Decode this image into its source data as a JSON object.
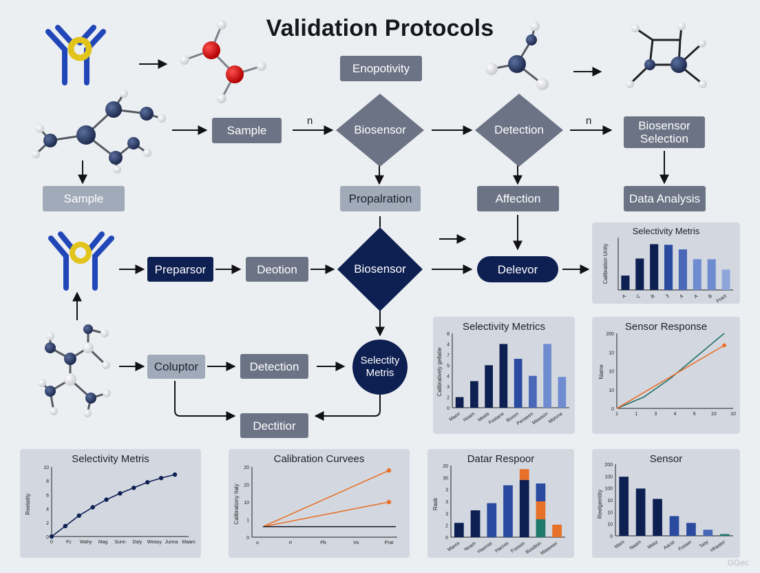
{
  "title": "Validation Protocols",
  "flow": {
    "top_box": "Enopotivity",
    "row1": {
      "sample": "Sample",
      "biosensor": "Biosensor",
      "detection": "Detection",
      "biosensor_selection": "Biosensor Selection",
      "n1": "n",
      "n2": "n"
    },
    "row2": {
      "sample": "Sample",
      "propalration": "Propalration",
      "affection": "Affection",
      "data_analysis": "Data Analysis"
    },
    "row3": {
      "preparsor": "Preparsor",
      "deotion": "Deotion",
      "biosensor": "Biosensor",
      "delevor": "Delevor"
    },
    "row4": {
      "coluptor": "Coluptor",
      "detection": "Detection",
      "selectivity_metris": "Selectity Metris",
      "dectitior": "Dectitior"
    }
  },
  "colors": {
    "navy": "#0e1f52",
    "mid_blue": "#2a4aa0",
    "light_blue": "#6f8cd0",
    "orange": "#e8712a",
    "teal": "#1f7a6e",
    "gray_box": "#6b7385",
    "light_gray_box": "#a1aab9",
    "panel": "#d3d8e0"
  },
  "chart_data": [
    {
      "type": "bar",
      "title": "Selectivity Metris",
      "ylabel": "Calibration Unity",
      "categories": [
        "A",
        "C",
        "B",
        "3",
        "A",
        "A",
        "B",
        "Fract"
      ],
      "values": [
        2.2,
        4.8,
        7.0,
        6.9,
        6.2,
        4.7,
        4.7,
        3.1
      ],
      "ylim": [
        0,
        8
      ],
      "bar_colors": [
        "#0e1f52",
        "#0e1f52",
        "#0e1f52",
        "#2a4aa0",
        "#4a68b8",
        "#6f8cd0",
        "#6f8cd0",
        "#8ea6dc"
      ]
    },
    {
      "type": "bar",
      "title": "Selectivity Metrics",
      "ylabel": "Calibratively gellatie",
      "categories": [
        "Maon",
        "Hoam",
        "Masts",
        "Fostane",
        "Boxen",
        "Penseen",
        "Mawson",
        "Motvne"
      ],
      "values": [
        1.0,
        2.5,
        4.0,
        6.0,
        4.6,
        3.0,
        6.0,
        2.9
      ],
      "ylim": [
        0,
        7
      ],
      "ytick_labels": [
        "0",
        "2",
        "3",
        "4",
        "5",
        "7",
        "4",
        "8"
      ],
      "bar_colors": [
        "#0e1f52",
        "#0e1f52",
        "#0e1f52",
        "#0e1f52",
        "#2a4aa0",
        "#4a68b8",
        "#6f8cd0",
        "#6f8cd0"
      ]
    },
    {
      "type": "line",
      "title": "Sensor Response",
      "ylabel": "Name",
      "x_tick_labels": [
        "1",
        "1",
        "3",
        "4",
        "6",
        "10",
        "10"
      ],
      "y_tick_labels": [
        "0",
        "10",
        "10",
        "10",
        "200"
      ],
      "ylim": [
        0,
        200
      ],
      "series": [
        {
          "color": "#1f6e66",
          "x": [
            0,
            1.5,
            3,
            6
          ],
          "y": [
            0,
            30,
            80,
            200
          ]
        },
        {
          "color": "#e8712a",
          "x": [
            0,
            6
          ],
          "y": [
            0,
            168
          ]
        }
      ]
    },
    {
      "type": "line",
      "title": "Selectivity Metris",
      "ylabel": "Reelatity",
      "categories": [
        "0",
        "Fc",
        "Wahy",
        "Mag",
        "Sunn",
        "Daly",
        "Weasy",
        "Junna",
        "Maam"
      ],
      "values": [
        0,
        1.5,
        3.0,
        4.2,
        5.3,
        6.2,
        7.0,
        7.8,
        8.4,
        8.9
      ],
      "ylim": [
        0,
        10
      ],
      "ytick_labels": [
        "0",
        "2",
        "4",
        "6",
        "8",
        "10"
      ]
    },
    {
      "type": "line",
      "title": "Calibration Curvees",
      "ylabel": "Calibrationy Italy",
      "x_tick_labels": [
        "u",
        "rt",
        "Pb",
        "Vo",
        "Prat"
      ],
      "ylim": [
        0,
        20
      ],
      "ytick_labels": [
        "0",
        "1",
        "10",
        "20",
        "20"
      ],
      "series": [
        {
          "color": "#e8712a",
          "x": [
            0,
            1
          ],
          "y": [
            3,
            19
          ]
        },
        {
          "color": "#e8712a",
          "x": [
            0,
            1
          ],
          "y": [
            3,
            10
          ]
        },
        {
          "color": "#1b1f2a",
          "x": [
            0,
            1
          ],
          "y": [
            3,
            3
          ]
        }
      ]
    },
    {
      "type": "bar",
      "title": "Datar Respoor",
      "ylabel": "Rask",
      "categories": [
        "Mares",
        "Noam",
        "Haonse",
        "Hacres",
        "Fosson",
        "Bosdton",
        "Masewer"
      ],
      "ylim": [
        0,
        20
      ],
      "ytick_labels": [
        "0",
        "2",
        "3",
        "3",
        "3",
        "30",
        "20"
      ],
      "stacks": [
        [
          {
            "value": 4,
            "color": "#0e1f52"
          }
        ],
        [
          {
            "value": 7.5,
            "color": "#0e1f52"
          }
        ],
        [
          {
            "value": 9.5,
            "color": "#2a4aa0"
          }
        ],
        [
          {
            "value": 14.5,
            "color": "#2a4aa0"
          }
        ],
        [
          {
            "value": 16,
            "color": "#0e1f52"
          },
          {
            "value": 3,
            "color": "#e8712a"
          }
        ],
        [
          {
            "value": 5,
            "color": "#1f7a6e"
          },
          {
            "value": 5,
            "color": "#e8712a"
          },
          {
            "value": 5,
            "color": "#2a4aa0"
          }
        ],
        [
          {
            "value": 3.5,
            "color": "#e8712a"
          }
        ]
      ]
    },
    {
      "type": "bar",
      "title": "Sensor",
      "ylabel": "Reelgemtity",
      "categories": [
        "Mars",
        "Naam",
        "Masz",
        "Aacar",
        "Fosser",
        "Tasy",
        "Hhaster"
      ],
      "values": [
        165,
        132,
        103,
        55,
        36,
        17,
        5
      ],
      "ylim": [
        0,
        200
      ],
      "ytick_labels": [
        "0",
        "10",
        "10",
        "10",
        "100",
        "100",
        "200"
      ],
      "bar_colors": [
        "#0e1f52",
        "#0e1f52",
        "#0e1f52",
        "#2a4aa0",
        "#2a4aa0",
        "#4a68b8",
        "#1f7a6e"
      ]
    }
  ],
  "watermark": "GGec"
}
